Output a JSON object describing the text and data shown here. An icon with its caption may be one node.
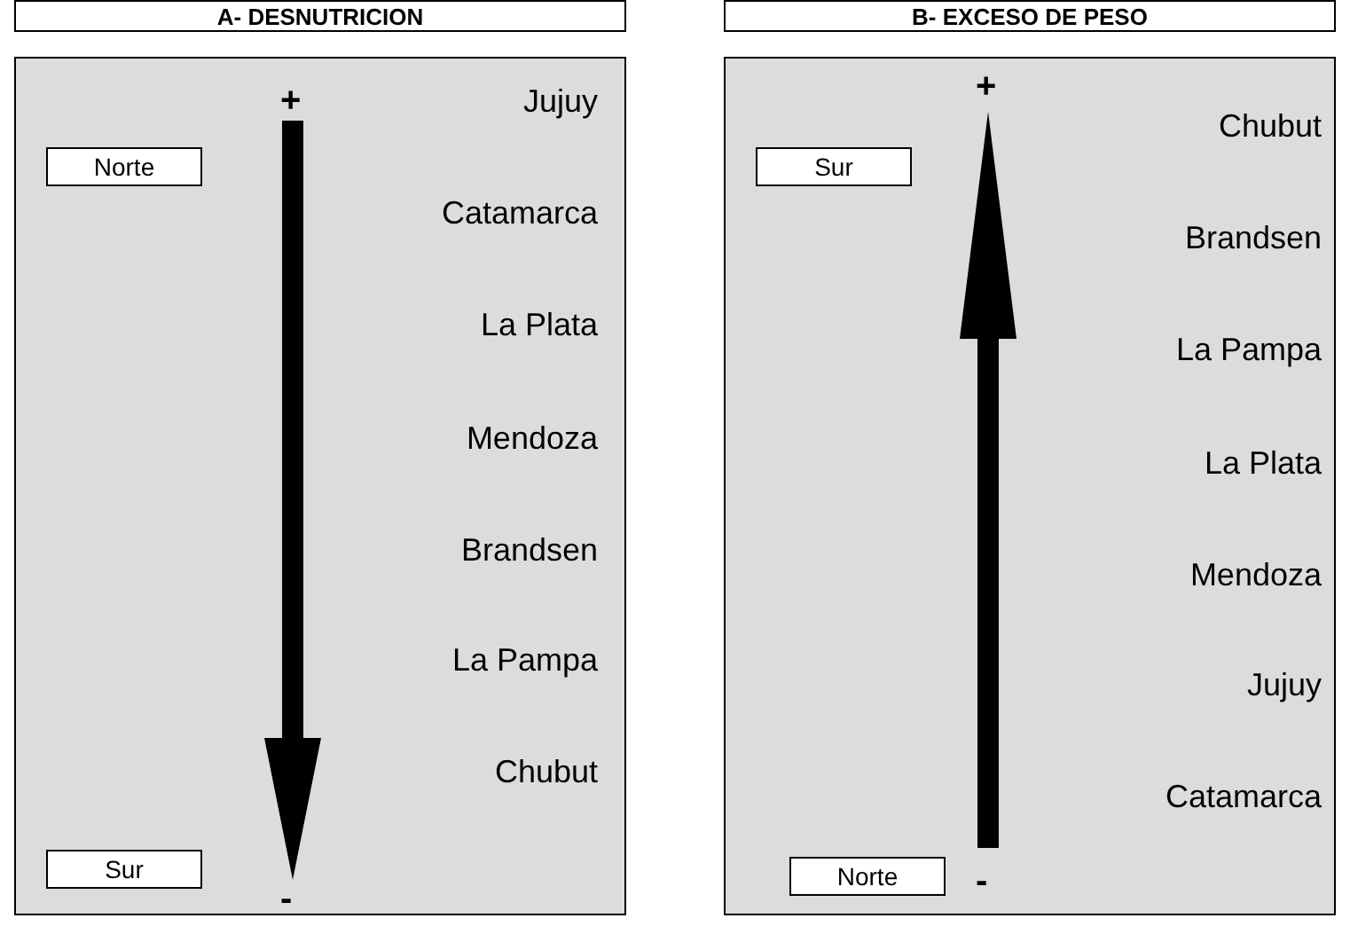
{
  "diagram": {
    "nodes": [
      {
        "text": [
          "A- DESNUTRICION"
        ]
      },
      {
        "text": [],
        "shape": "box"
      },
      {
        "text": [
          "Norte"
        ],
        "in": 1
      },
      {
        "text": [
          "Sur"
        ],
        "in": 1
      },
      {
        "text": [
          "B- EXCESO DE PESO"
        ]
      },
      {
        "text": [],
        "shape": "box"
      },
      {
        "text": [
          "Sur"
        ],
        "in": 5
      },
      {
        "text": [
          "Norte"
        ],
        "in": 5
      }
    ],
    "labels": [
      "+",
      "Jujuy",
      "Catamarca",
      "La Plata",
      "Mendoza",
      "Brandsen",
      "La Pampa",
      "Chubut",
      "-",
      "+",
      "Chubut",
      "Brandsen",
      "La Pampa",
      "La Plata",
      "Mendoza",
      "Jujuy",
      "Catamarca",
      "-"
    ]
  }
}
